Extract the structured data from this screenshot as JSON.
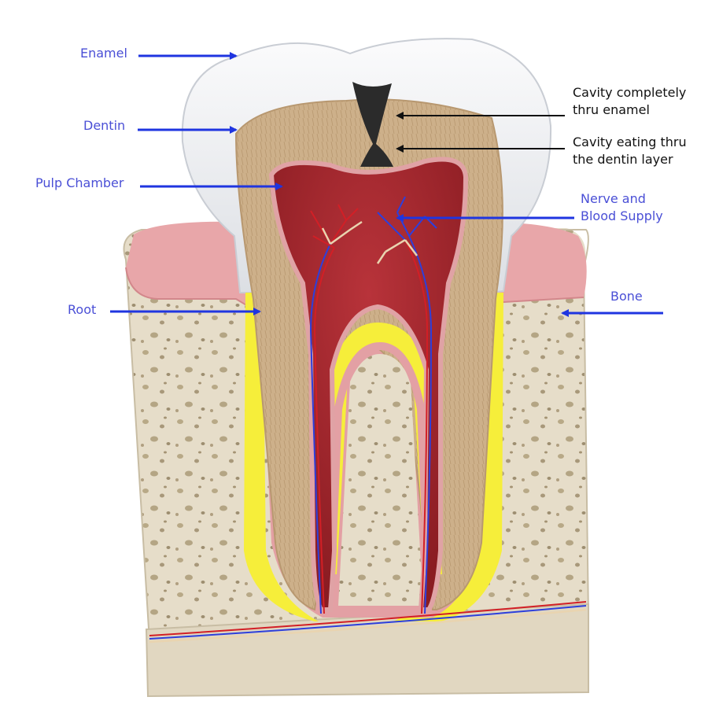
{
  "labels": {
    "enamel": "Enamel",
    "dentin": "Dentin",
    "pulp_chamber": "Pulp Chamber",
    "root": "Root",
    "nerve_blood": "Nerve and\nBlood Supply",
    "bone": "Bone",
    "cavity_enamel": "Cavity completely\nthru enamel",
    "cavity_dentin": "Cavity eating thru\nthe dentin layer"
  },
  "colors": {
    "label_blue": "#4a4fd6",
    "arrow_blue": "#1f35e0",
    "arrow_black": "#111111",
    "enamel": "#eceef1",
    "dentin": "#cdb08a",
    "pulp": "#a3262c",
    "gum": "#e7a3a6",
    "cementum_yellow": "#f6ee3a",
    "bone": "#e6ddc9",
    "cavity": "#2b2b2b"
  }
}
